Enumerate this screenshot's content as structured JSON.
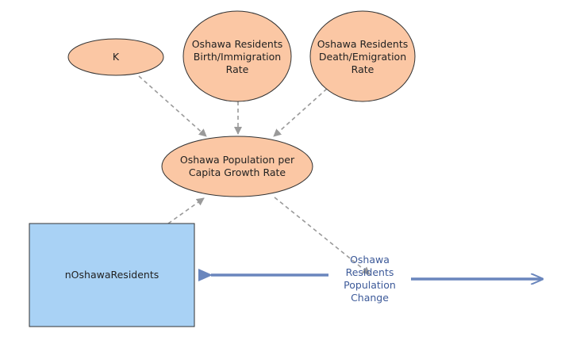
{
  "nodes": {
    "k": "K",
    "birth": [
      "Oshawa Residents",
      "Birth/Immigration",
      "Rate"
    ],
    "death": [
      "Oshawa Residents",
      "Death/Emigration",
      "Rate"
    ],
    "growth": [
      "Oshawa Population per",
      "Capita Growth Rate"
    ],
    "stock": "nOshawaResidents",
    "flow": [
      "Oshawa",
      "Residents",
      "Population",
      "Change"
    ]
  },
  "colors": {
    "variable_fill": "#fbc7a4",
    "variable_stroke": "#333333",
    "stock_fill": "#a9d2f5",
    "stock_stroke": "#333333",
    "link": "#9a9a9a",
    "flow": "#6a86bd"
  }
}
